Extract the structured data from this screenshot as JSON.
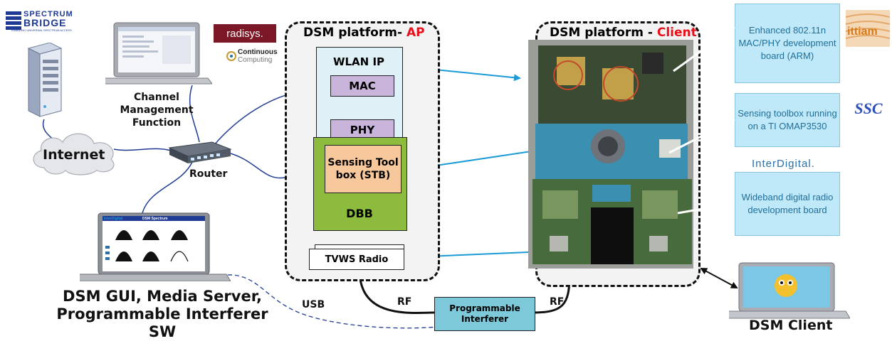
{
  "ap_platform": {
    "title": "DSM  platform- ",
    "title_accent": "AP",
    "wlan": {
      "title": "WLAN IP",
      "mac": "MAC",
      "phy": "PHY"
    },
    "dbb": {
      "label": "DBB",
      "stb": "Sensing Tool box (STB)"
    },
    "tvws": "TVWS Radio"
  },
  "client_platform": {
    "title": "DSM  platform - ",
    "title_accent": "Client"
  },
  "callouts": {
    "mac_phy": "Enhanced 802.11n MAC/PHY development board (ARM)",
    "sensing": "Sensing toolbox running on a TI OMAP3530",
    "wideband": "Wideband digital radio development board"
  },
  "labels": {
    "channel_mgmt": "Channel Management Function",
    "internet": "Internet",
    "router": "Router",
    "gui": "DSM GUI, Media Server, Programmable Interferer SW",
    "usb": "USB",
    "rf_left": "RF",
    "rf_right": "RF",
    "interferer": "Programmable Interferer",
    "dsm_client": "DSM Client"
  },
  "logos": {
    "spectrum_bridge_line1": "SPECTRUM",
    "spectrum_bridge_line2": "BRIDGE",
    "spectrum_bridge_tag": "ENABLING UNIVERSAL SPECTRUM ACCESS",
    "radisys": "radisys.",
    "continuous": "Continuous",
    "computing": "Computing",
    "ittiam": "ittiam",
    "ssc": "SSC",
    "interdigital": "InterDigital."
  },
  "gui_screen": {
    "brand": "InterDigital",
    "title": "DSM Spectrum"
  },
  "colors": {
    "callout_fill": "#bfe8f8",
    "wlan_fill": "#dff1f7",
    "macphy_fill": "#c9b4db",
    "dbb_fill": "#8dbb3e",
    "stb_fill": "#f7c89b",
    "accent_red": "#e8101a",
    "link_blue": "#1a9bd7",
    "wire_navy": "#1f3b93"
  }
}
